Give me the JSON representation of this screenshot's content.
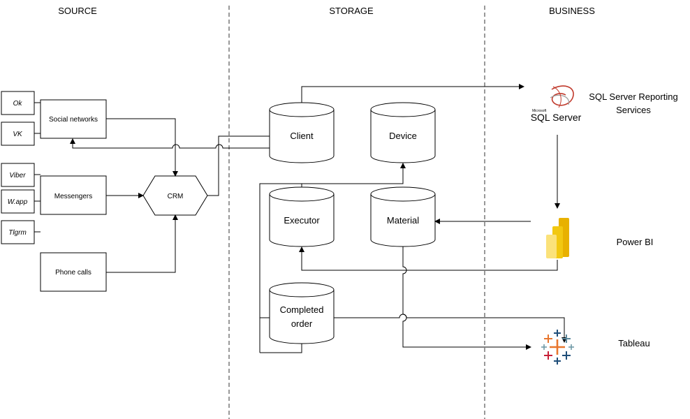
{
  "columns": {
    "source": "SOURCE",
    "storage": "STORAGE",
    "business": "BUSINESS"
  },
  "channels": {
    "ok": "Ok",
    "vk": "VK",
    "viber": "Viber",
    "wapp": "W.app",
    "tlgrm": "Tlgrm"
  },
  "sources": {
    "social": "Social networks",
    "messengers": "Messengers",
    "phone": "Phone calls",
    "crm": "CRM"
  },
  "storage": {
    "client": "Client",
    "device": "Device",
    "executor": "Executor",
    "material": "Material",
    "completed_line1": "Completed",
    "completed_line2": "order"
  },
  "business": {
    "ssrs_line1": "SQL Server Reporting",
    "ssrs_line2": "Services",
    "sqlserver_logo_small": "Microsoft",
    "sqlserver_logo": "SQL Server",
    "powerbi": "Power BI",
    "tableau": "Tableau"
  },
  "colors": {
    "powerbi_dark": "#e8b100",
    "powerbi_mid": "#f2c811",
    "powerbi_light": "#fbe27a",
    "sql_red": "#c0392b",
    "tableau_orange": "#e8762d",
    "tableau_blue": "#1f4e79",
    "tableau_red": "#c72037",
    "tableau_teal": "#5b879b",
    "tableau_light": "#7099a6"
  }
}
